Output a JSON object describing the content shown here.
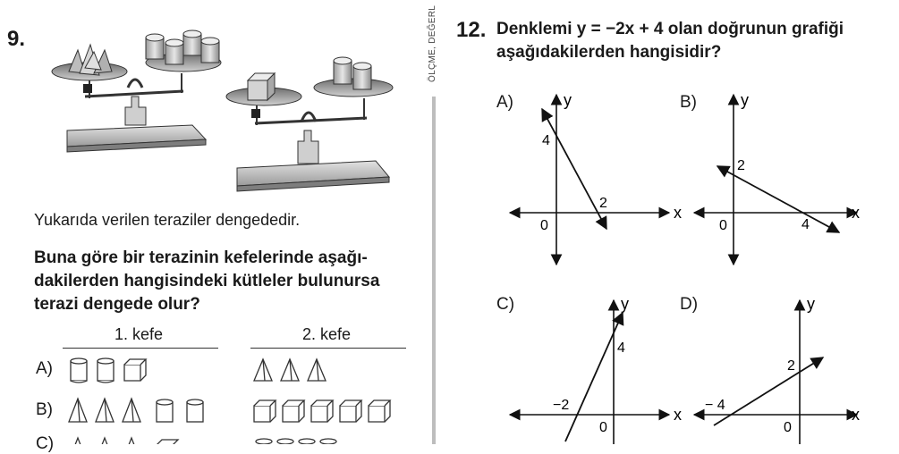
{
  "left": {
    "number": "9.",
    "caption": "Yukarıda verilen teraziler dengededir.",
    "question_lines": [
      "Buna göre bir terazinin kefelerinde aşağı-",
      "dakilerden hangisindeki kütleler bulunursa",
      "terazi dengede olur?"
    ],
    "col1": "1. kefe",
    "col2": "2. kefe",
    "options": [
      "A)",
      "B)",
      "C)"
    ]
  },
  "side": {
    "vertical_text": "ÖLÇME, DEĞERL"
  },
  "right": {
    "number": "12.",
    "question_line1": "Denklemi y = −2x + 4 olan doğrunun grafiği",
    "question_line2": "aşağıdakilerden hangisidir?",
    "graphs": [
      {
        "label": "A)",
        "x_axis": "x",
        "y_axis": "y",
        "origin": "0",
        "x_intercept": "2",
        "y_intercept": "4"
      },
      {
        "label": "B)",
        "x_axis": "x",
        "y_axis": "y",
        "origin": "0",
        "x_intercept": "4",
        "y_intercept": "2"
      },
      {
        "label": "C)",
        "x_axis": "x",
        "y_axis": "y",
        "origin": "0",
        "x_intercept": "−2",
        "y_intercept": "4"
      },
      {
        "label": "D)",
        "x_axis": "x",
        "y_axis": "y",
        "origin": "0",
        "x_intercept": "− 4",
        "y_intercept": "2"
      }
    ]
  }
}
